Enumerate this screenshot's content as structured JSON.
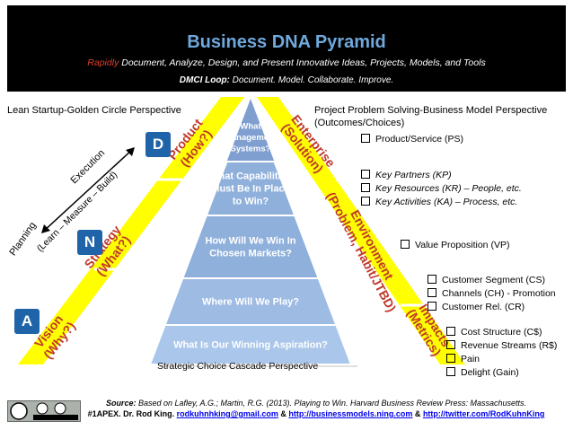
{
  "header": {
    "title": "Business DNA Pyramid",
    "subtitle_red": "Rapidly",
    "subtitle_rest": " Document, Analyze, Design, and Present Innovative Ideas, Projects, Models, and Tools",
    "dmci_label": "DMCI Loop:",
    "dmci_text": " Document. Model. Collaborate. Improve."
  },
  "left_perspective": "Lean Startup-Golden Circle Perspective",
  "right_perspective": "Project Problem Solving-Business Model Perspective",
  "right_perspective_sub": "(Outcomes/Choices)",
  "pyramid": {
    "layers": [
      {
        "lines": [
          "What",
          "Management",
          "Systems?"
        ]
      },
      {
        "lines": [
          "What Capabilities",
          "Must Be In Place",
          "to Win?"
        ]
      },
      {
        "lines": [
          "How Will We Win In",
          "Chosen Markets?"
        ]
      },
      {
        "lines": [
          "Where Will We Play?"
        ]
      },
      {
        "lines": [
          "What Is Our Winning Aspiration?"
        ]
      }
    ],
    "colors": [
      "#7f9fd0",
      "#8fb0db",
      "#8fb0db",
      "#9dbbe3",
      "#aac6ea"
    ]
  },
  "left_bands": [
    {
      "lines": [
        "Product",
        "(How?)"
      ]
    },
    {
      "lines": [
        "Strategy",
        "(What?)"
      ]
    },
    {
      "lines": [
        "Vision",
        "(Why?)"
      ]
    }
  ],
  "right_bands": [
    {
      "lines": [
        "Enterprise",
        "(Solution)"
      ]
    },
    {
      "lines": [
        "Environment",
        "(Problem, Habit/JTBD)"
      ]
    },
    {
      "lines": [
        "Impacts",
        "(Metrics)"
      ]
    }
  ],
  "badges": [
    "D",
    "N",
    "A"
  ],
  "planning": {
    "line1": "Execution",
    "line2": "Planning",
    "line3": "(Learn – Measure – Build)"
  },
  "lists": {
    "ps": [
      "Product/Service (PS)"
    ],
    "key": [
      "Key Partners (KP)",
      "Key Resources (KR) – People, etc.",
      "Key Activities (KA) – Process, etc."
    ],
    "vp": [
      "Value Proposition (VP)"
    ],
    "cs": [
      "Customer Segment (CS)",
      "Channels (CH) - Promotion",
      "Customer Rel. (CR)"
    ],
    "cost": [
      "Cost Structure (C$)",
      "Revenue Streams (R$)",
      "Pain",
      "Delight (Gain)"
    ]
  },
  "bottom_caption": "Strategic Choice Cascade Perspective",
  "footer": {
    "source_label": "Source:",
    "source_text": " Based on Lafley, A.G.; Martin, R.G. (2013). Playing to Win. Harvard Business Review Press: Massachusetts.",
    "author": "#1APEX. Dr. Rod King. ",
    "email": "rodkuhnhking@gmail.com",
    "amp1": " & ",
    "site": "http://businessmodels.ning.com",
    "amp2": " & ",
    "twitter": "http://twitter.com/RodKuhnKing"
  },
  "colors": {
    "band_yellow": "#ffff00",
    "badge_blue": "#1f63a8",
    "title_blue": "#6fa8dc",
    "accent_red": "#c0392b"
  }
}
